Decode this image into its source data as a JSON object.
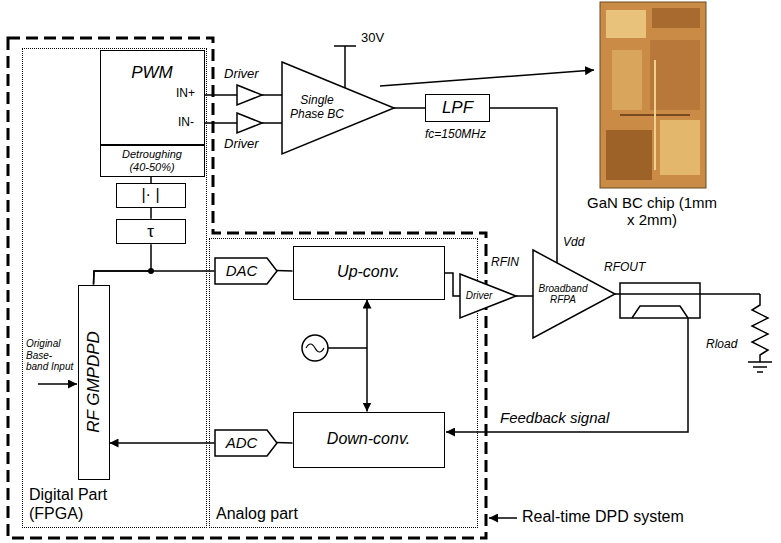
{
  "diagram": {
    "nodes": [
      {
        "text": [
          "Digital Part (FPGA)"
        ]
      },
      {
        "text": [
          "PWM"
        ],
        "in": 0
      },
      {
        "text": [
          "Detroughing (40-50%)"
        ],
        "in": 0
      },
      {
        "text": [
          "|· |"
        ],
        "in": 0
      },
      {
        "text": [
          "τ"
        ],
        "in": 0
      },
      {
        "text": [
          "RF GMPDPD"
        ],
        "in": 0
      },
      {
        "text": [
          "Analog part"
        ]
      },
      {
        "text": [
          "DAC"
        ],
        "in": 6
      },
      {
        "text": [
          "Up-conv."
        ],
        "in": 6
      },
      {
        "text": [
          "ADC"
        ],
        "in": 6
      },
      {
        "text": [
          "Down-conv."
        ],
        "in": 6
      },
      {
        "text": [
          "Single Phase BC"
        ]
      },
      {
        "text": [
          "LPF"
        ]
      },
      {
        "text": [
          "Driver"
        ]
      },
      {
        "text": [
          "Broadband RFPA"
        ]
      }
    ],
    "edges": [
      {
        "from": 1,
        "to": 11,
        "arrow": "none"
      },
      {
        "from": 1,
        "to": 11,
        "arrow": "none"
      },
      {
        "from": 11,
        "to": 12,
        "arrow": "none"
      },
      {
        "from": 12,
        "to": 14,
        "arrow": "none"
      },
      {
        "from": 3,
        "to": 2,
        "arrow": "none"
      },
      {
        "from": 4,
        "to": 3,
        "arrow": "none"
      },
      {
        "from": 5,
        "to": 4,
        "arrow": "none"
      },
      {
        "from": 5,
        "to": 7,
        "arrow": "none"
      },
      {
        "from": 7,
        "to": 8,
        "arrow": "none"
      },
      {
        "from": 8,
        "to": 13,
        "arrow": "none"
      },
      {
        "from": 13,
        "to": 14,
        "arrow": "none"
      },
      {
        "from": 8,
        "to": 10,
        "arrow": "both"
      },
      {
        "from": 10,
        "to": 9,
        "arrow": "none"
      },
      {
        "from": 9,
        "to": 5,
        "arrow": "to"
      }
    ],
    "labels": [
      "IN+",
      "IN-",
      "Driver",
      "Driver",
      "30V",
      "fc=150MHz",
      "GaN BC chip (1mm x 2mm)",
      "Original Base-band Input",
      "RFIN",
      "Vdd",
      "RFOUT",
      "Rload",
      "Feedback signal",
      "Real-time DPD system"
    ]
  }
}
